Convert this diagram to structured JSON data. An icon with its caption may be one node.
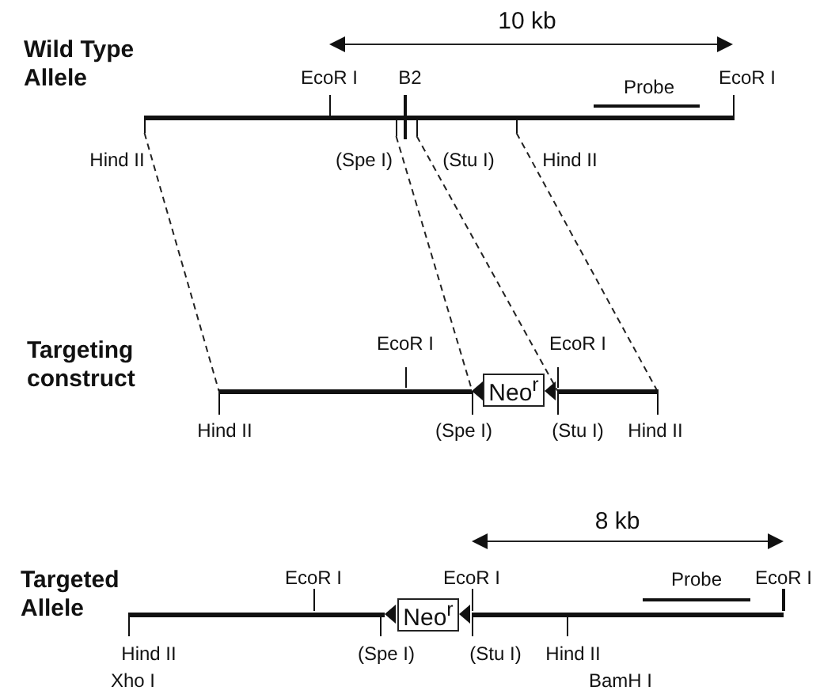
{
  "diagram": {
    "nodes": [
      {
        "text": [],
        "shape": "bar"
      },
      {
        "text": [],
        "shape": "bar",
        "beside": [
          "EcoR I"
        ]
      },
      {
        "text": [],
        "shape": "bar",
        "beside": [
          "B2"
        ]
      },
      {
        "text": [],
        "shape": "bar",
        "beside": [
          "Probe"
        ]
      },
      {
        "text": [],
        "shape": "bar",
        "beside": [
          "EcoR I"
        ]
      },
      {
        "text": [],
        "shape": "bar",
        "beside": [
          "Hind II"
        ]
      },
      {
        "text": [],
        "shape": "bar",
        "beside": [
          "(Spe I)"
        ]
      },
      {
        "text": [],
        "shape": "bar",
        "beside": [
          "(Stu I)"
        ]
      },
      {
        "text": [],
        "shape": "bar",
        "beside": [
          "Hind II"
        ]
      },
      {
        "text": [],
        "shape": "bar"
      },
      {
        "text": [],
        "shape": "bar",
        "beside": [
          "EcoR I"
        ]
      },
      {
        "text": [],
        "shape": "triangle"
      },
      {
        "text": [
          "Neo$^{r}$"
        ]
      },
      {
        "text": [],
        "shape": "triangle"
      },
      {
        "text": [],
        "shape": "bar",
        "beside": [
          "EcoR I"
        ]
      },
      {
        "text": [],
        "shape": "bar"
      },
      {
        "text": [],
        "shape": "bar",
        "beside": [
          "Hind II"
        ]
      },
      {
        "text": [],
        "shape": "bar",
        "beside": [
          "(Spe I)"
        ]
      },
      {
        "text": [],
        "shape": "bar",
        "beside": [
          "(Stu I)"
        ]
      },
      {
        "text": [],
        "shape": "bar",
        "beside": [
          "Hind II"
        ]
      },
      {
        "text": [],
        "shape": "bar"
      },
      {
        "text": [],
        "shape": "bar",
        "beside": [
          "EcoR I"
        ]
      },
      {
        "text": [],
        "shape": "triangle"
      },
      {
        "text": [
          "Neo$^{r}$"
        ]
      },
      {
        "text": [],
        "shape": "triangle"
      },
      {
        "text": [],
        "shape": "bar",
        "beside": [
          "EcoR I"
        ]
      },
      {
        "text": [],
        "shape": "bar",
        "beside": [
          "Probe"
        ]
      },
      {
        "text": [],
        "shape": "bar",
        "beside": [
          "EcoR I"
        ]
      },
      {
        "text": [],
        "shape": "bar"
      },
      {
        "text": [],
        "shape": "bar",
        "beside": [
          "Hind II",
          "Xho I"
        ]
      },
      {
        "text": [],
        "shape": "bar",
        "beside": [
          "(Spe I)"
        ]
      },
      {
        "text": [],
        "shape": "bar",
        "beside": [
          "(Stu I)"
        ]
      },
      {
        "text": [],
        "shape": "bar",
        "beside": [
          "Hind II",
          "BamH I"
        ]
      }
    ],
    "edges": [
      {
        "from": 5,
        "to": 16,
        "arrow": "none",
        "style": "dashed"
      },
      {
        "from": 6,
        "to": 17,
        "arrow": "none",
        "style": "dashed"
      },
      {
        "from": 7,
        "to": 18,
        "arrow": "none",
        "style": "dashed"
      },
      {
        "from": 8,
        "to": 19,
        "arrow": "none",
        "style": "dashed"
      }
    ],
    "labels": [
      "Wild Type Allele",
      "10 kb",
      "Targeting construct",
      "8 kb",
      "Targeted Allele"
    ]
  }
}
